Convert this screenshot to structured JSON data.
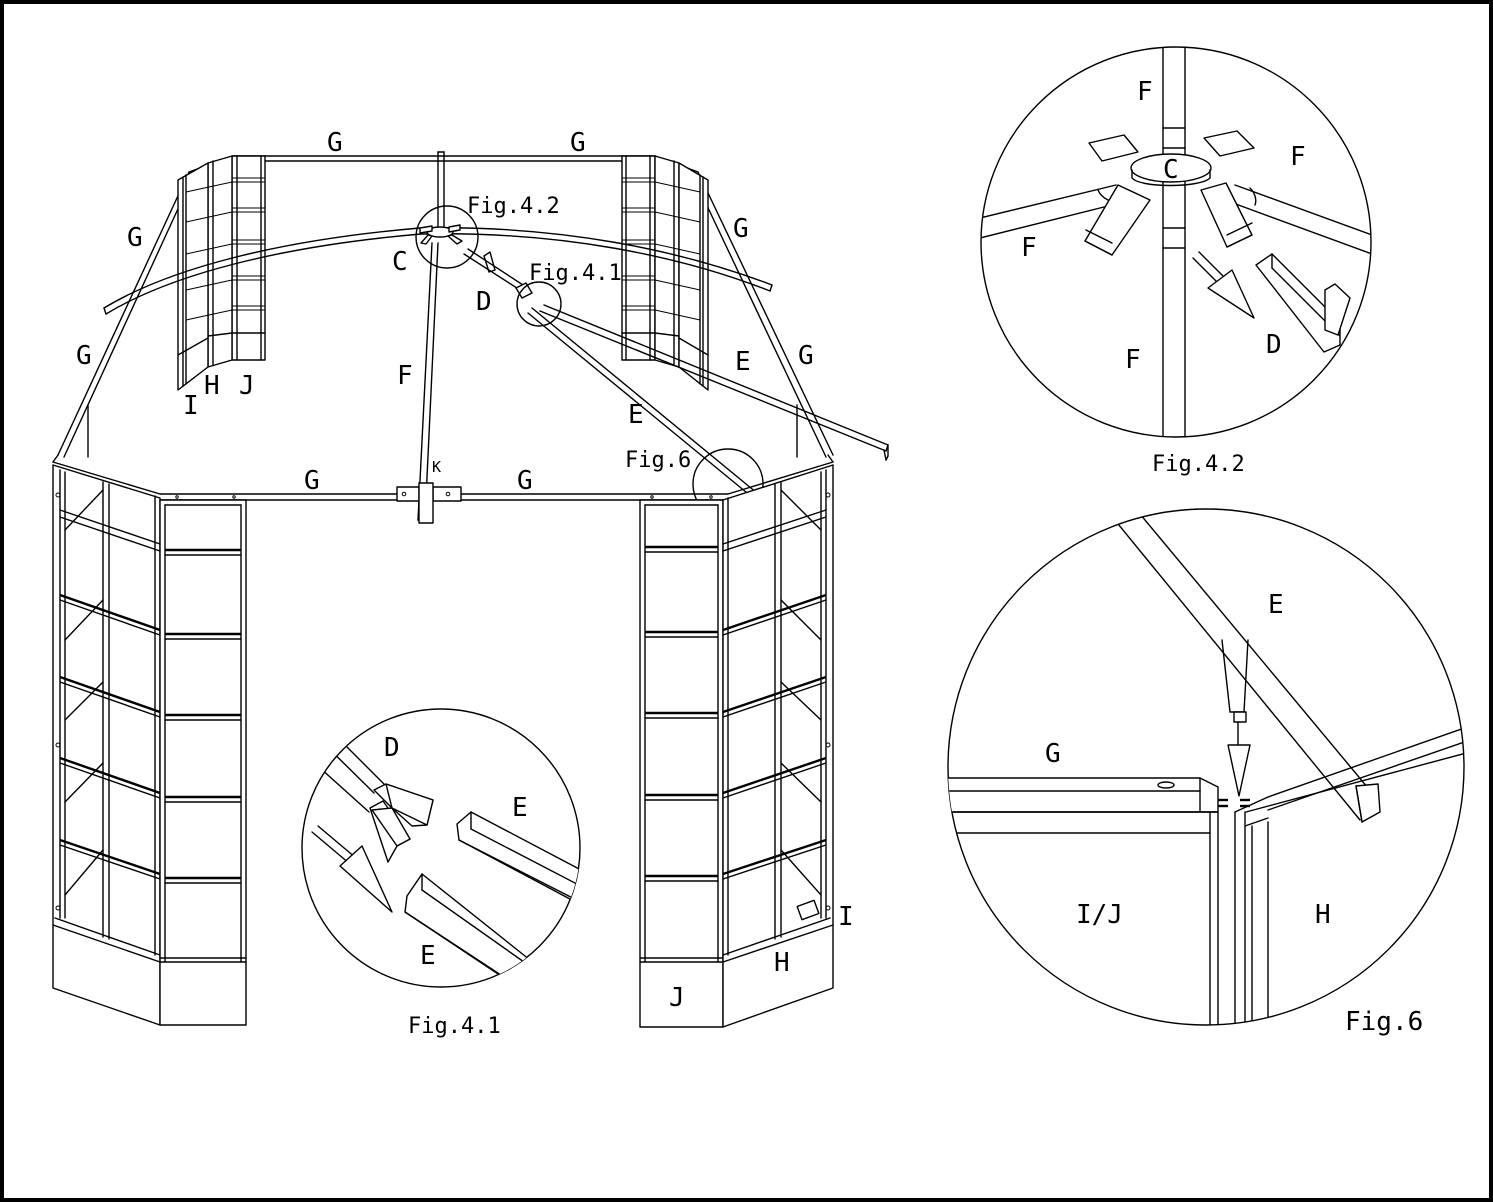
{
  "diagram": {
    "labels": {
      "G": "G",
      "C": "C",
      "D": "D",
      "E": "E",
      "F": "F",
      "H": "H",
      "I": "I",
      "J": "J",
      "K": "K",
      "IJ": "I/J"
    },
    "figures": {
      "fig41": "Fig.4.1",
      "fig42": "Fig.4.2",
      "fig6": "Fig.6"
    }
  }
}
